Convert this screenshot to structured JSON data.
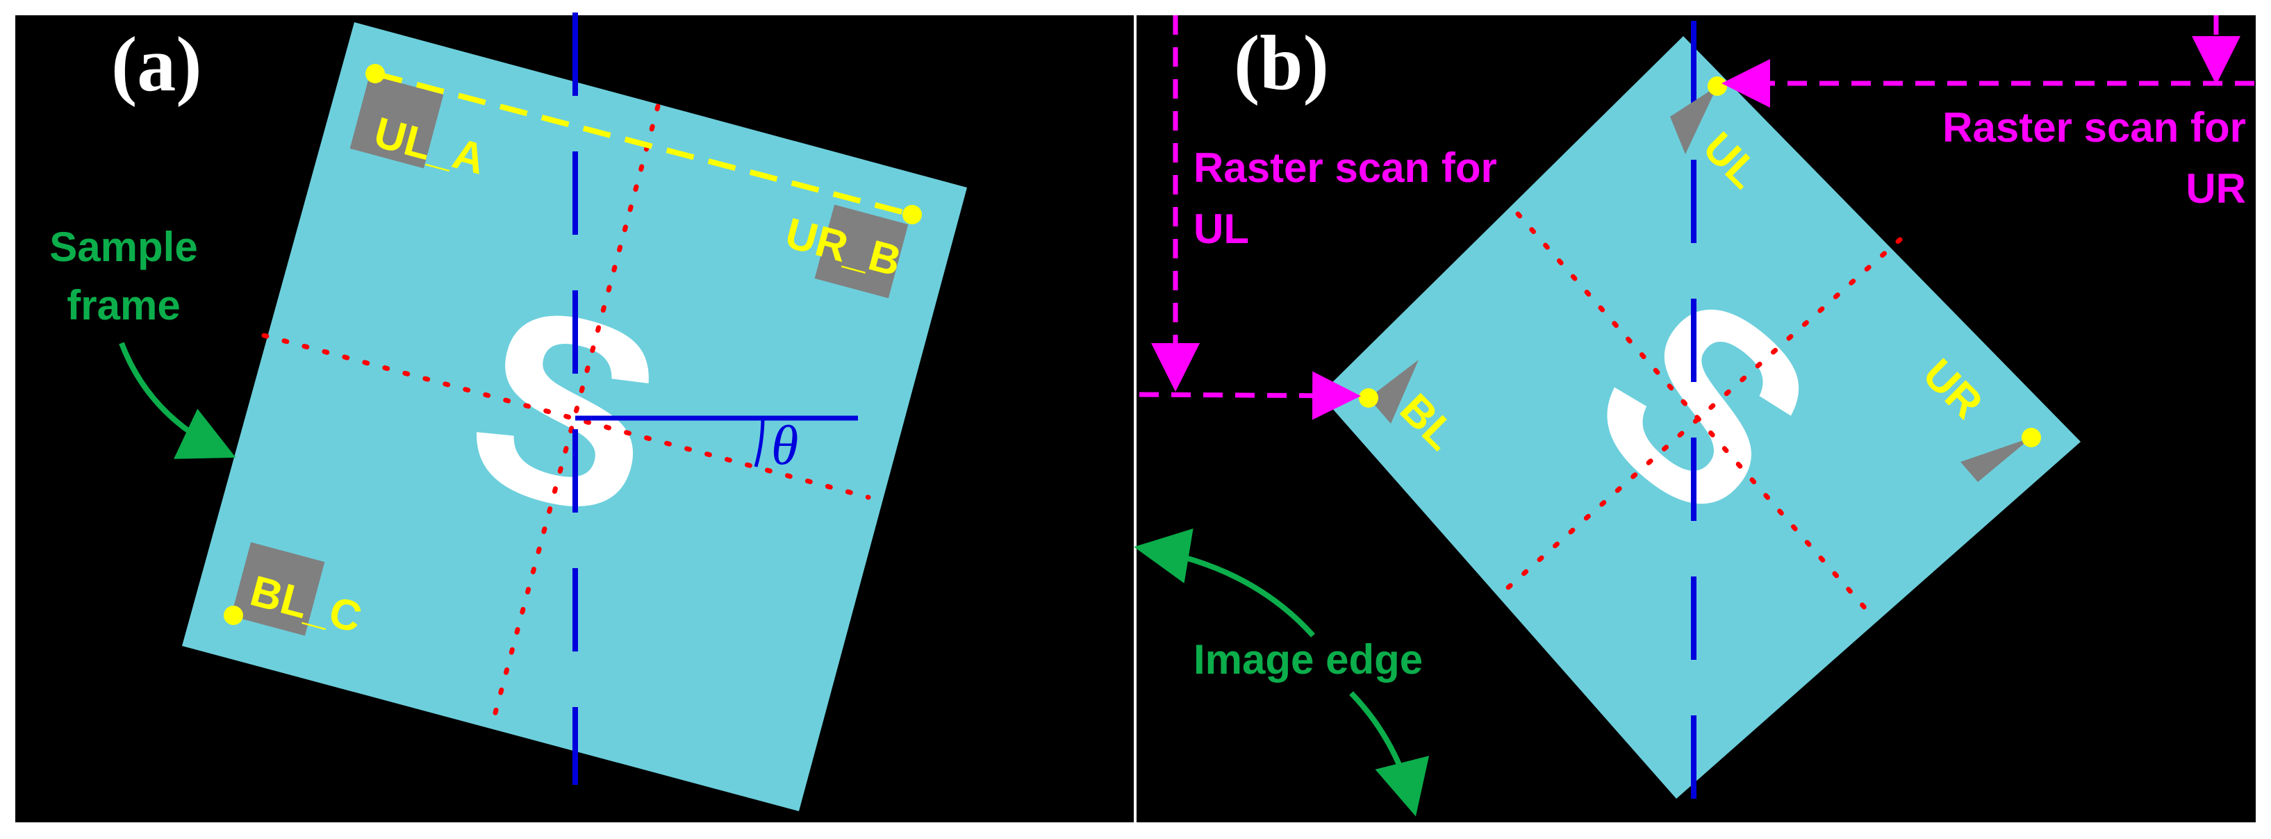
{
  "colors": {
    "background": "#000000",
    "sample": "#6dcfdc",
    "marker_fill": "#808080",
    "marker_label": "#ffff00",
    "axis_blue": "#0000dd",
    "dotted_red": "#ff0000",
    "raster_magenta": "#ff00ff",
    "annotation_green": "#0bae4b",
    "letter_white": "#ffffff"
  },
  "panel_a": {
    "label": "(a)",
    "letter": "S",
    "angle_symbol": "θ",
    "markers": [
      "UL_A",
      "UR_B",
      "BL_C"
    ],
    "annotation_line1": "Sample",
    "annotation_line2": "frame"
  },
  "panel_b": {
    "label": "(b)",
    "letter": "S",
    "markers": [
      "UL",
      "BL",
      "UR"
    ],
    "raster_ul_line1": "Raster scan for",
    "raster_ul_line2": "UL",
    "raster_ur_line1": "Raster scan for",
    "raster_ur_line2": "UR",
    "image_edge": "Image edge"
  }
}
